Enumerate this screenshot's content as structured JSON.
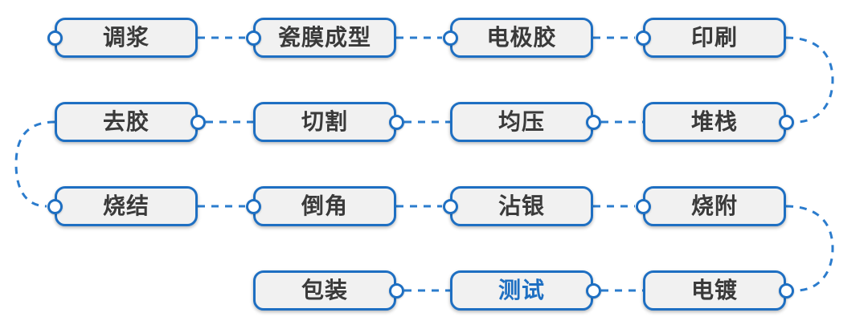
{
  "diagram": {
    "type": "flowchart",
    "colors": {
      "background": "#ffffff",
      "box_fill": "#f1f1f1",
      "box_border": "#1e6fc2",
      "connector_line": "#2b7ccd",
      "connector_dot_fill": "#ffffff",
      "label_text": "#3a3a3a",
      "highlight_text": "#1e6fc2"
    },
    "nodes": [
      {
        "id": "tiaojiang",
        "label": "调浆",
        "row": 0,
        "col": 0,
        "port": "left",
        "highlight": false
      },
      {
        "id": "cimochengxing",
        "label": "瓷膜成型",
        "row": 0,
        "col": 1,
        "port": "left",
        "highlight": false
      },
      {
        "id": "dianjijiao",
        "label": "电极胶",
        "row": 0,
        "col": 2,
        "port": "left",
        "highlight": false
      },
      {
        "id": "yinshua",
        "label": "印刷",
        "row": 0,
        "col": 3,
        "port": "left",
        "highlight": false
      },
      {
        "id": "qujiao",
        "label": "去胶",
        "row": 1,
        "col": 0,
        "port": "right",
        "highlight": false
      },
      {
        "id": "qiege",
        "label": "切割",
        "row": 1,
        "col": 1,
        "port": "right",
        "highlight": false
      },
      {
        "id": "junya",
        "label": "均压",
        "row": 1,
        "col": 2,
        "port": "right",
        "highlight": false
      },
      {
        "id": "duizhan",
        "label": "堆栈",
        "row": 1,
        "col": 3,
        "port": "right",
        "highlight": false
      },
      {
        "id": "shaojie",
        "label": "烧结",
        "row": 2,
        "col": 0,
        "port": "left",
        "highlight": false
      },
      {
        "id": "daojiao",
        "label": "倒角",
        "row": 2,
        "col": 1,
        "port": "left",
        "highlight": false
      },
      {
        "id": "zhanyin",
        "label": "沾银",
        "row": 2,
        "col": 2,
        "port": "left",
        "highlight": false
      },
      {
        "id": "shaofu",
        "label": "烧附",
        "row": 2,
        "col": 3,
        "port": "left",
        "highlight": false
      },
      {
        "id": "baozhuang",
        "label": "包装",
        "row": 3,
        "col": 1,
        "port": "right",
        "highlight": false
      },
      {
        "id": "ceshi",
        "label": "测试",
        "row": 3,
        "col": 2,
        "port": "right",
        "highlight": true
      },
      {
        "id": "diandu",
        "label": "电镀",
        "row": 3,
        "col": 3,
        "port": "right",
        "highlight": false
      }
    ],
    "edges": [
      {
        "from": "tiaojiang",
        "to": "cimochengxing",
        "shape": "line"
      },
      {
        "from": "cimochengxing",
        "to": "dianjijiao",
        "shape": "line"
      },
      {
        "from": "dianjijiao",
        "to": "yinshua",
        "shape": "line"
      },
      {
        "from": "yinshua",
        "to": "duizhan",
        "shape": "arc-right"
      },
      {
        "from": "duizhan",
        "to": "junya",
        "shape": "line"
      },
      {
        "from": "junya",
        "to": "qiege",
        "shape": "line"
      },
      {
        "from": "qiege",
        "to": "qujiao",
        "shape": "line"
      },
      {
        "from": "qujiao",
        "to": "shaojie",
        "shape": "arc-left"
      },
      {
        "from": "shaojie",
        "to": "daojiao",
        "shape": "line"
      },
      {
        "from": "daojiao",
        "to": "zhanyin",
        "shape": "line"
      },
      {
        "from": "zhanyin",
        "to": "shaofu",
        "shape": "line"
      },
      {
        "from": "shaofu",
        "to": "diandu",
        "shape": "arc-right"
      },
      {
        "from": "diandu",
        "to": "ceshi",
        "shape": "line"
      },
      {
        "from": "ceshi",
        "to": "baozhuang",
        "shape": "line"
      }
    ]
  }
}
